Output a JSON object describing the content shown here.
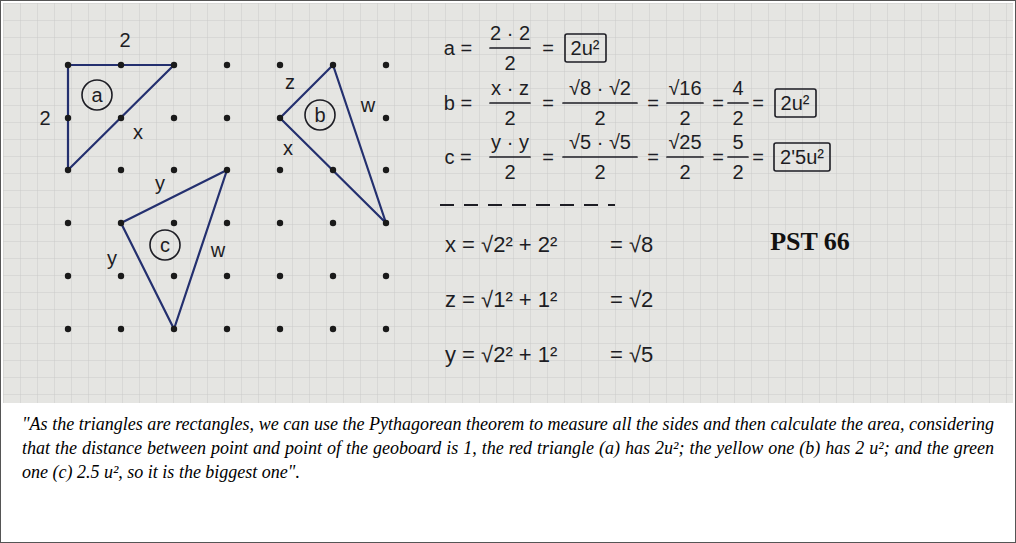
{
  "diagram": {
    "caption": "\"As the triangles are rectangles, we can use the Pythagorean theorem to measure all the sides and then calculate the area, considering that the distance between point and point of the geoboard is 1, the red triangle (a) has 2u²; the yellow one (b) has 2 u²; and the green one (c) 2.5 u², so it is the biggest one\".",
    "nodes": [
      {
        "text": [
          "a"
        ]
      },
      {
        "text": [
          "b"
        ]
      },
      {
        "text": [
          "c"
        ]
      },
      {
        "text": [
          "2u²"
        ]
      },
      {
        "text": [
          "2u²"
        ]
      },
      {
        "text": [
          "2'5u²"
        ]
      }
    ],
    "labels": [
      "2",
      "2",
      "x",
      "z",
      "w",
      "x",
      "y",
      "y",
      "w",
      "a =",
      "2 · 2",
      "2",
      "=",
      "b =",
      "x · z",
      "2",
      "=",
      "√8 · √2",
      "2",
      "=",
      "√16",
      "2",
      "=",
      "4",
      "2",
      "=",
      "c =",
      "y · y",
      "2",
      "=",
      "√5 · √5",
      "2",
      "=",
      "√25",
      "2",
      "=",
      "5",
      "2",
      "=",
      "x = √2² + 2²",
      "= √8",
      "z = √1² + 1²",
      "= √2",
      "y = √2² + 1²",
      "= √5",
      "PST 66"
    ]
  }
}
